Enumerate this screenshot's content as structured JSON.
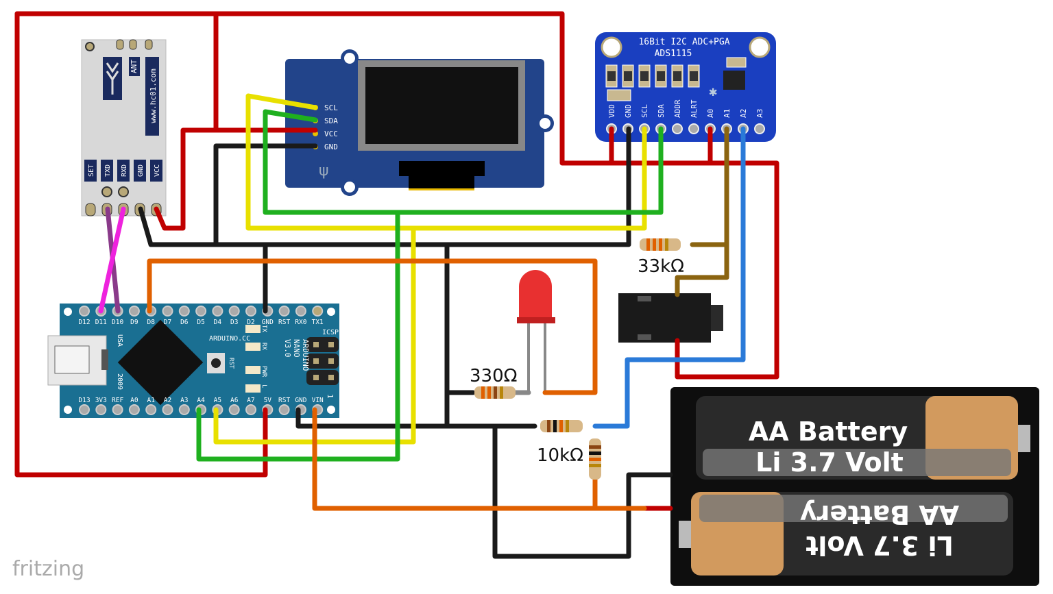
{
  "colors": {
    "red": "#c00000",
    "black": "#1a1a1a",
    "yellow": "#e8e000",
    "green": "#1fb01f",
    "orange": "#e06000",
    "brown": "#8b6410",
    "blue": "#2a7ad8",
    "magenta": "#ee22dd",
    "purple": "#8a3a8a",
    "nano": "#1a6f92",
    "ads": "#1a3fc0",
    "oled": "#22448a"
  },
  "hc12": {
    "ant": "ANT",
    "url": "www.hc01.com",
    "pins": [
      "SET",
      "TXD",
      "RXD",
      "GND",
      "VCC"
    ]
  },
  "oled": {
    "pins": [
      "SCL",
      "SDA",
      "VCC",
      "GND"
    ]
  },
  "ads": {
    "title": "16Bit I2C ADC+PGA",
    "model": "ADS1115",
    "pins": [
      "VDD",
      "GND",
      "SCL",
      "SDA",
      "ADDR",
      "ALRT",
      "A0",
      "A1",
      "A2",
      "A3"
    ]
  },
  "nano": {
    "top_pins": [
      "D12",
      "D11",
      "D10",
      "D9",
      "D8",
      "D7",
      "D6",
      "D5",
      "D4",
      "D3",
      "D2",
      "GND",
      "RST",
      "RX0",
      "TX1"
    ],
    "bottom_pins": [
      "D13",
      "3V3",
      "REF",
      "A0",
      "A1",
      "A2",
      "A3",
      "A4",
      "A5",
      "A6",
      "A7",
      "5V",
      "RST",
      "GND",
      "VIN"
    ],
    "brand": "ARDUINO.CC",
    "usa": "USA",
    "year": "2009",
    "rst": "RST",
    "icsp": "ICSP",
    "icsp_num": "1",
    "leds": [
      "TX",
      "RX",
      "PWR",
      "L"
    ],
    "model": [
      "ARDUINO",
      "NANO",
      "V3.0"
    ]
  },
  "resistors": {
    "r1": "33kΩ",
    "r2": "330Ω",
    "r3": "10kΩ"
  },
  "battery": {
    "line1": "AA Battery",
    "line2": "Li 3.7 Volt"
  },
  "logo": "fritzing"
}
